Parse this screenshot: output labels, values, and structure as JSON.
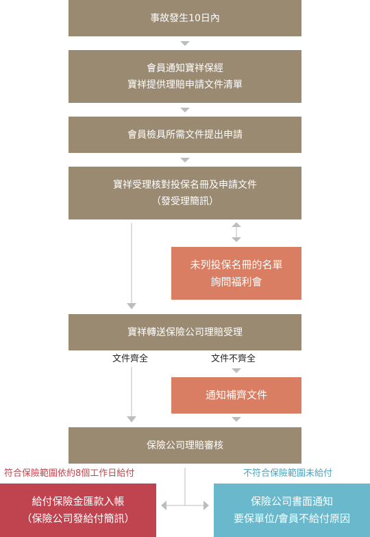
{
  "steps": {
    "step1": "事故發生10日內",
    "step2": "會員通知寶祥保經\n寶祥提供理賠申請文件清單",
    "step3": "會員檢具所需文件提出申請",
    "step4": "寶祥受理核對投保名冊及申請文件\n（發受理簡訊）",
    "side_inquiry": "未列投保名冊的名單\n詢問福利會",
    "step5": "寶祥轉送保險公司理賠受理",
    "side_supplement": "通知補齊文件",
    "step6": "保險公司理賠審核",
    "outcome_pay": "給付保險金匯款入帳\n（保險公司發給付簡訊）",
    "outcome_reject": "保險公司書面通知\n要保單位/會員不給付原因"
  },
  "labels": {
    "docs_complete": "文件齊全",
    "docs_incomplete": "文件不齊全",
    "in_scope": "符合保險範圍依約8個工作日給付",
    "out_of_scope": "不符合保險範圍未給付"
  },
  "colors": {
    "step": "#9b8a72",
    "side": "#d97d63",
    "pay": "#c0444f",
    "reject": "#6ab8cc",
    "arrow": "#bdbdbd"
  }
}
